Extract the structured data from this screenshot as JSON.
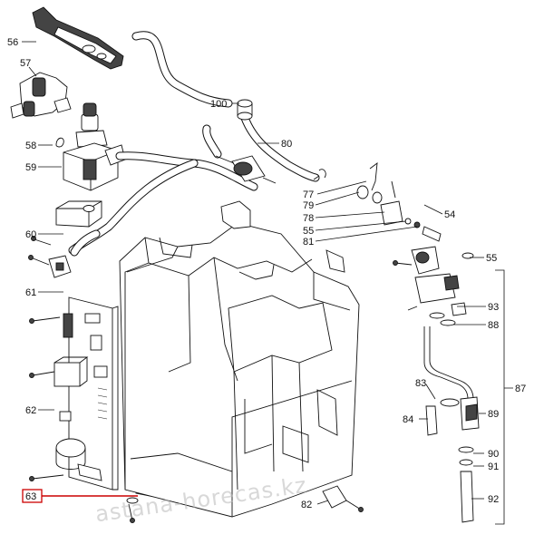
{
  "callouts": {
    "c56": "56",
    "c57": "57",
    "c58": "58",
    "c59": "59",
    "c60": "60",
    "c61": "61",
    "c62": "62",
    "c63": "63",
    "c100": "100",
    "c80": "80",
    "c77": "77",
    "c79": "79",
    "c78": "78",
    "c55a": "55",
    "c81": "81",
    "c54": "54",
    "c55b": "55",
    "c93": "93",
    "c88": "88",
    "c87": "87",
    "c83": "83",
    "c84": "84",
    "c89": "89",
    "c90": "90",
    "c91": "91",
    "c92": "92",
    "c82": "82"
  },
  "watermark": "astana-horecas.kz",
  "colors": {
    "highlight": "#cc0000",
    "line": "#111111"
  }
}
